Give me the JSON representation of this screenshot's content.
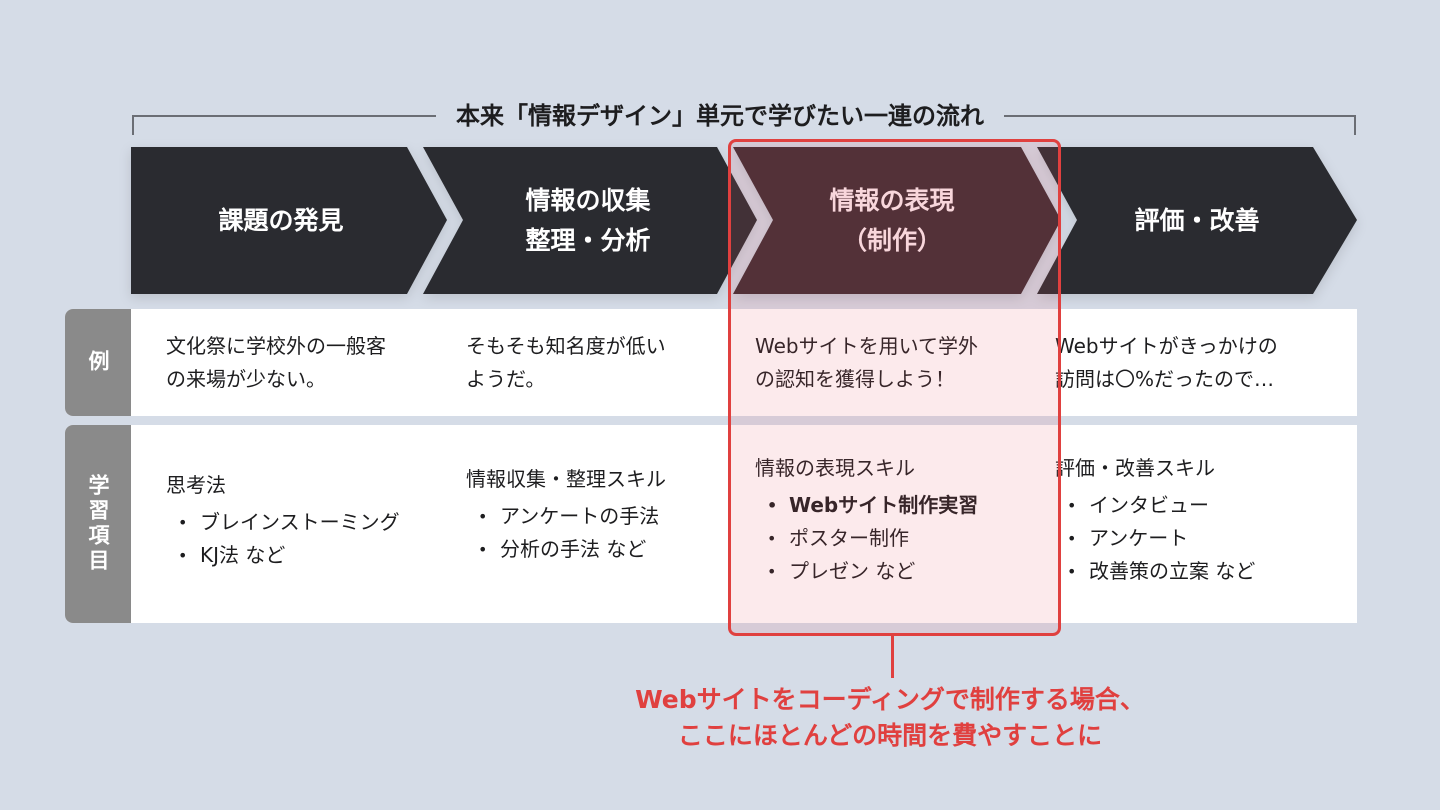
{
  "title": "本来「情報デザイン」単元で学びたい一連の流れ",
  "stages": [
    {
      "label": "課題の発見"
    },
    {
      "label": "情報の収集\n整理・分析"
    },
    {
      "label": "情報の表現\n（制作）",
      "highlighted": true
    },
    {
      "label": "評価・改善"
    }
  ],
  "rows": {
    "example": {
      "label": "例",
      "cells": [
        "文化祭に学校外の一般客\nの来場が少ない。",
        "そもそも知名度が低い\nようだ。",
        "Webサイトを用いて学外\nの認知を獲得しよう！",
        "Webサイトがきっかけの\n訪問は〇%だったので…"
      ]
    },
    "learning": {
      "label": "学習項目",
      "cells": [
        {
          "heading": "思考法",
          "items": [
            "ブレインストーミング",
            "KJ法 など"
          ]
        },
        {
          "heading": "情報収集・整理スキル",
          "items": [
            "アンケートの手法",
            "分析の手法 など"
          ]
        },
        {
          "heading": "情報の表現スキル",
          "items": [
            "Webサイト制作実習",
            "ポスター制作",
            "プレゼン など"
          ],
          "bold_item": 0
        },
        {
          "heading": "評価・改善スキル",
          "items": [
            "インタビュー",
            "アンケート",
            "改善策の立案 など"
          ]
        }
      ]
    }
  },
  "annotation": {
    "line1": "Webサイトをコーディングで制作する場合、",
    "line2": "ここにほとんどの時間を費やすことに"
  },
  "colors": {
    "background": "#d5dce7",
    "chevron": "#2a2b30",
    "chevron_highlight": "#3d2b31",
    "label_bg": "#8a8a8a",
    "accent_red": "#e0403f",
    "highlight_fill": "#fbeaec"
  }
}
